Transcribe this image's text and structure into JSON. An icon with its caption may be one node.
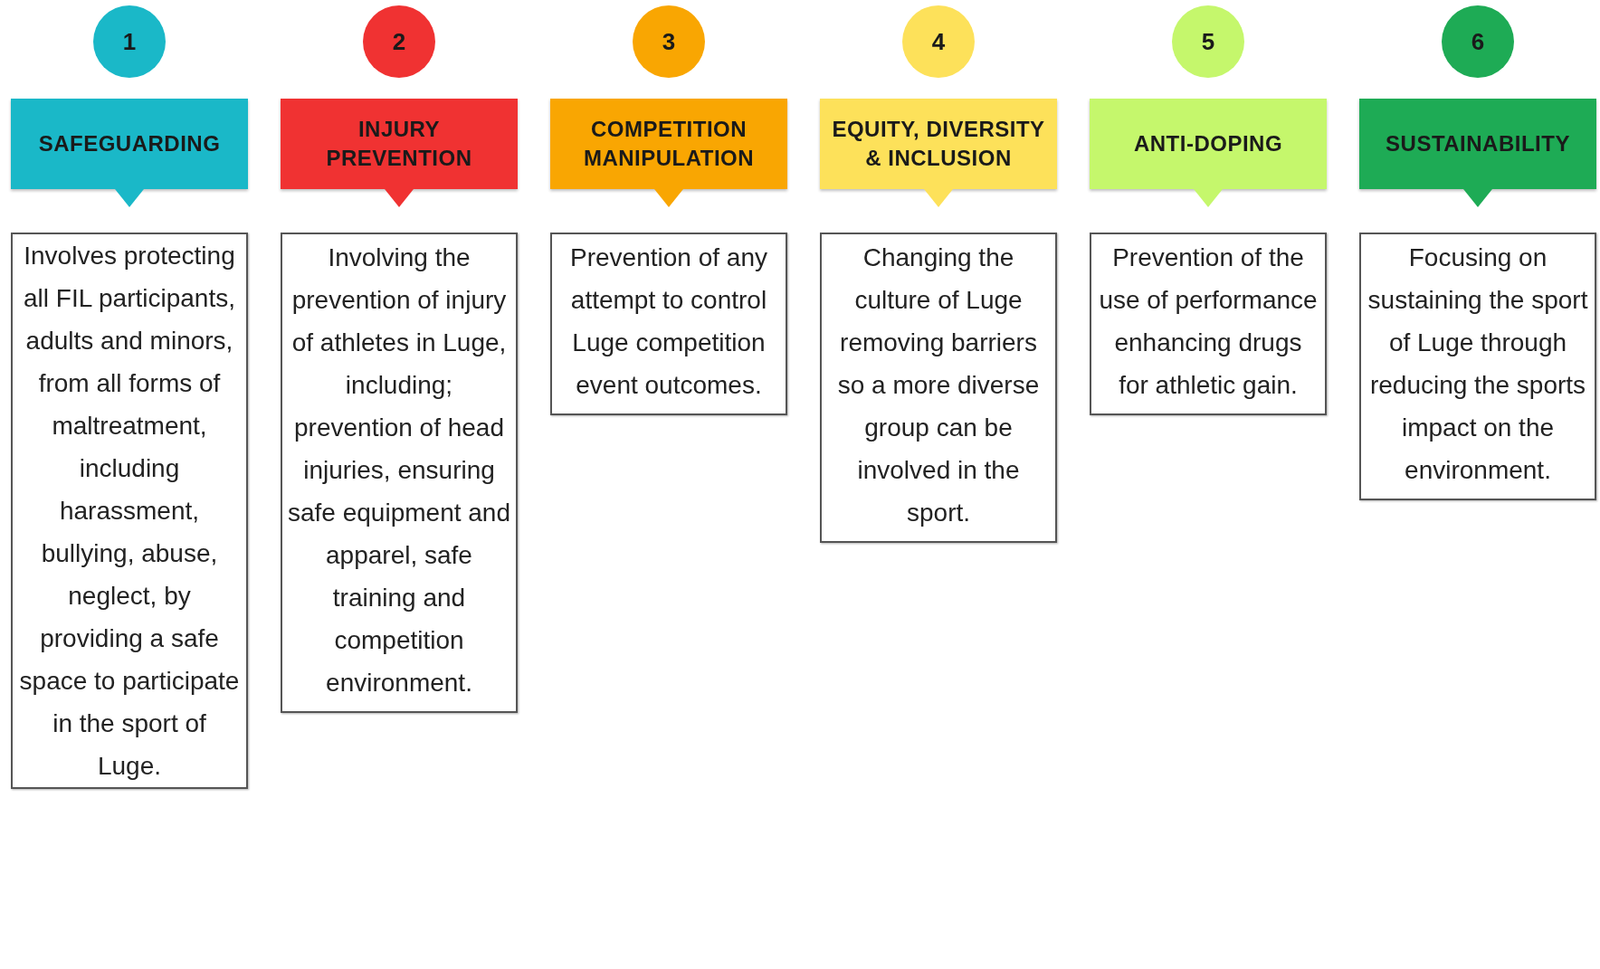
{
  "diagram": {
    "nodes": [
      {
        "text": [
          "1"
        ]
      },
      {
        "text": [
          "SAFEGUARDING"
        ]
      },
      {
        "text": [
          "Involves protecting all FIL participants, adults and minors, from all forms of maltreatment, including harassment, bullying, abuse, neglect, by providing a safe space to participate in the sport of Luge."
        ]
      },
      {
        "text": [
          "2"
        ]
      },
      {
        "text": [
          "INJURY PREVENTION"
        ]
      },
      {
        "text": [
          "Involving the prevention of injury of athletes in Luge, including; prevention of head injuries, ensuring safe equipment and apparel, safe training and competition environment."
        ]
      },
      {
        "text": [
          "3"
        ]
      },
      {
        "text": [
          "COMPETITION MANIPULATION"
        ]
      },
      {
        "text": [
          "Prevention of any attempt to control Luge competition event outcomes."
        ]
      },
      {
        "text": [
          "4"
        ]
      },
      {
        "text": [
          "EQUITY, DIVERSITY & INCLUSION"
        ]
      },
      {
        "text": [
          "Changing the culture of Luge removing barriers so a more diverse group can be involved in the sport."
        ]
      },
      {
        "text": [
          "5"
        ]
      },
      {
        "text": [
          "ANTI-DOPING"
        ]
      },
      {
        "text": [
          "Prevention of the use of performance enhancing drugs for athletic gain."
        ]
      },
      {
        "text": [
          "6"
        ]
      },
      {
        "text": [
          "SUSTAINABILITY"
        ]
      },
      {
        "text": [
          "Focusing on sustaining the sport of Luge through reducing the sports impact on the environment."
        ]
      }
    ]
  }
}
